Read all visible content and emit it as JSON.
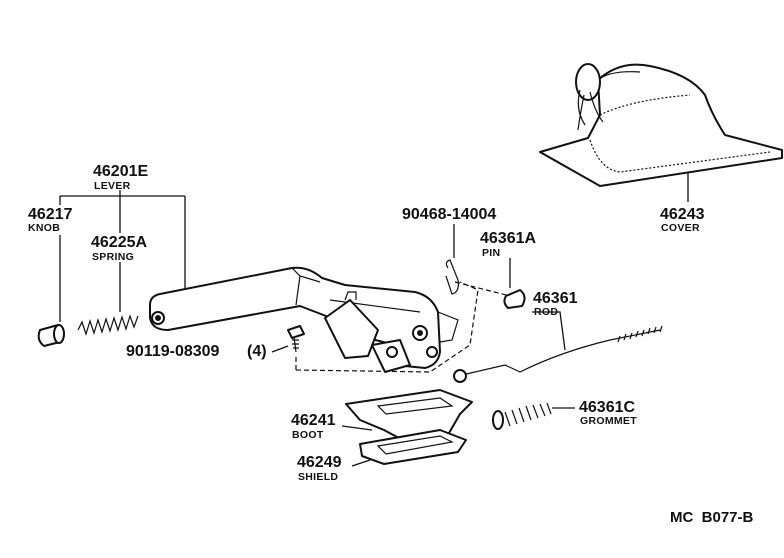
{
  "parts": {
    "lever": {
      "number": "46201E",
      "name": "LEVER"
    },
    "knob": {
      "number": "46217",
      "name": "KNOB"
    },
    "spring": {
      "number": "46225A",
      "name": "SPRING"
    },
    "bolt": {
      "number": "90119-08309",
      "qty": "(4)"
    },
    "clip": {
      "number": "90468-14004"
    },
    "pin": {
      "number": "46361A",
      "name": "PIN"
    },
    "rod": {
      "number": "46361",
      "name": "ROD"
    },
    "grommet": {
      "number": "46361C",
      "name": "GROMMET"
    },
    "boot": {
      "number": "46241",
      "name": "BOOT"
    },
    "shield": {
      "number": "46249",
      "name": "SHIELD"
    },
    "cover": {
      "number": "46243",
      "name": "COVER"
    }
  },
  "reference": "MC  B077-B"
}
